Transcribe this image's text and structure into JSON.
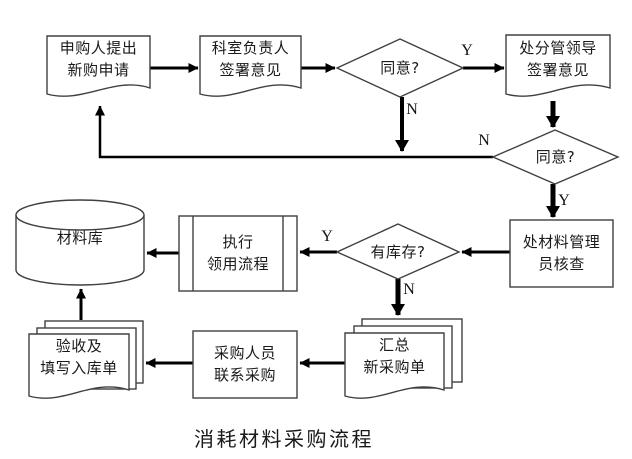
{
  "title": "消耗材料采购流程",
  "colors": {
    "background": "#ffffff",
    "shape_border": "#404040",
    "arrow": "#000000",
    "text": "#1a1a1a"
  },
  "nodes": {
    "doc_request": {
      "type": "document",
      "label": "申购人提出\n新购申请"
    },
    "doc_dept_head": {
      "type": "document",
      "label": "科室负责人\n签署意见"
    },
    "decision_agree1": {
      "type": "decision",
      "label": "同意?"
    },
    "doc_division_leader": {
      "type": "document",
      "label": "处分管领导\n签署意见"
    },
    "decision_agree2": {
      "type": "decision",
      "label": "同意?"
    },
    "process_material_admin": {
      "type": "process",
      "label": "处材料管理\n员核查"
    },
    "decision_in_stock": {
      "type": "decision",
      "label": "有库存?"
    },
    "predefined_issue_process": {
      "type": "predefined-process",
      "label": "执行\n领用流程"
    },
    "db_material_store": {
      "type": "database",
      "label": "材料库"
    },
    "docs_new_purchase_orders": {
      "type": "multi-document",
      "label": "汇总\n新采购单"
    },
    "process_purchaser": {
      "type": "process",
      "label": "采购人员\n联系采购"
    },
    "docs_acceptance": {
      "type": "multi-document",
      "label": "验收及\n填写入库单"
    }
  },
  "edge_labels": {
    "agree1_yes": "Y",
    "agree1_no": "N",
    "agree2_no": "N",
    "agree2_yes": "Y",
    "in_stock_yes": "Y",
    "in_stock_no": "N"
  }
}
